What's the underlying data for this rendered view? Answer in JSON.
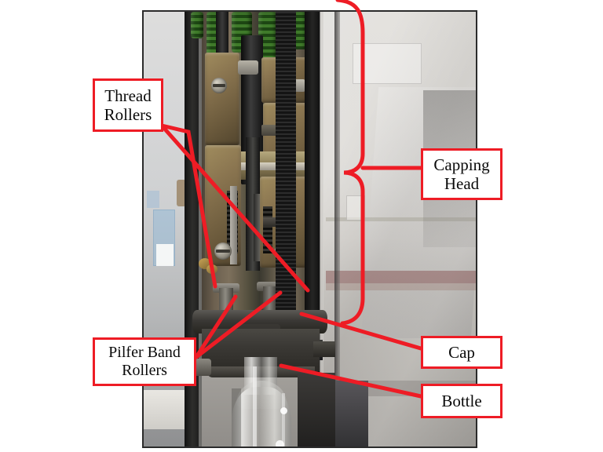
{
  "figure": {
    "type": "annotated-photograph",
    "subject": "Bottle capping machine capping head",
    "background_color": "#ffffff",
    "callout_border_color": "#ee1c25",
    "callout_fill_color": "#ffffff",
    "leader_line_color": "#ee1c25"
  },
  "photo": {
    "alt": "Photograph of a bottle capping head with green springs, brass machinery, a cap chuck and a glass bottle",
    "border_color": "#2b2b2b"
  },
  "callouts": [
    {
      "id": "thread-rollers",
      "line1": "Thread",
      "line2": "Rollers",
      "position": "left-upper",
      "leader_count": 2
    },
    {
      "id": "capping-head",
      "line1": "Capping",
      "line2": "Head",
      "position": "right-upper",
      "leader_count": 1
    },
    {
      "id": "pilfer-band-rollers",
      "line1": "Pilfer Band",
      "line2": "Rollers",
      "position": "left-lower",
      "leader_count": 2
    },
    {
      "id": "cap",
      "line1": "Cap",
      "line2": "",
      "position": "right-lower",
      "leader_count": 1
    },
    {
      "id": "bottle",
      "line1": "Bottle",
      "line2": "",
      "position": "right-bottom",
      "leader_count": 1
    }
  ]
}
